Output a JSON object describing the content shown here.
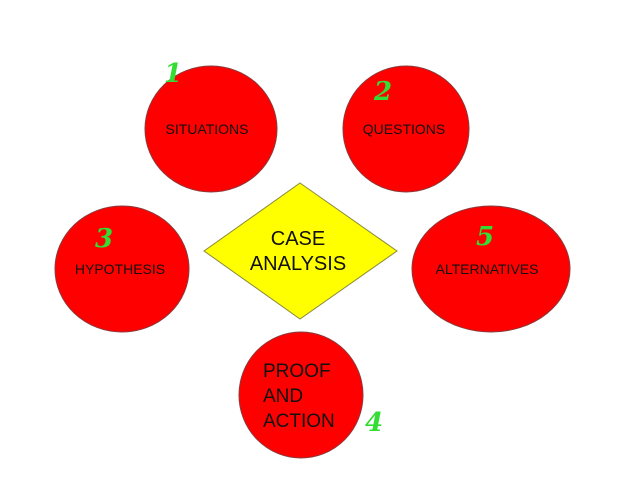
{
  "colors": {
    "circle_fill": "#ff0000",
    "circle_stroke": "#8a3a3a",
    "diamond_fill": "#ffff00",
    "diamond_stroke": "#8a8a3a",
    "number_color": "#33dd33",
    "text_color": "#111111"
  },
  "center": {
    "line1": "CASE",
    "line2": "ANALYSIS"
  },
  "nodes": {
    "situations": {
      "label": "SITUATIONS",
      "number": "1"
    },
    "questions": {
      "label": "QUESTIONS",
      "number": "2"
    },
    "hypothesis": {
      "label": "HYPOTHESIS",
      "number": "3"
    },
    "proof": {
      "line1": "PROOF",
      "line2": "AND",
      "line3": "ACTION",
      "number": "4"
    },
    "alternatives": {
      "label": "ALTERNATIVES",
      "number": "5"
    }
  }
}
